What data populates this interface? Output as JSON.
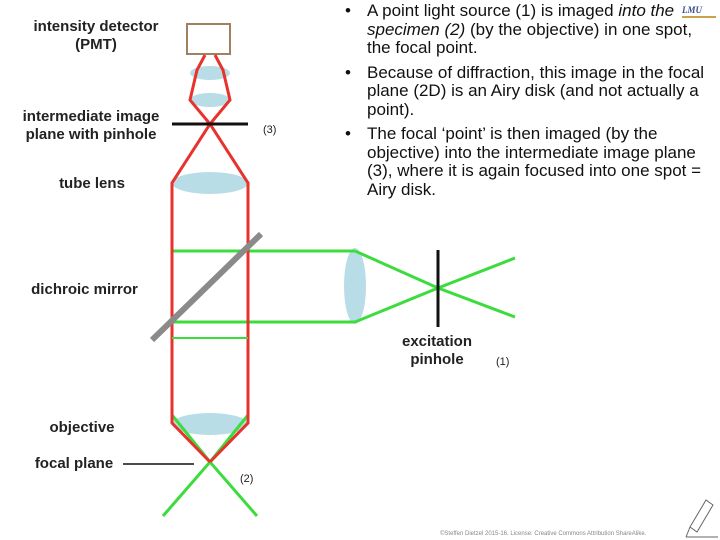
{
  "labels": {
    "detector": "intensity detector\n(PMT)",
    "intermediate": "intermediate image\nplane with pinhole",
    "tube_lens": "tube lens",
    "dichroic": "dichroic mirror",
    "objective": "objective",
    "focal_plane": "focal plane",
    "excitation_pinhole": "excitation\npinhole",
    "n1": "(1)",
    "n2": "(2)",
    "n3": "(3)"
  },
  "bullets": {
    "b1_pre": "A point light source (1) is imaged ",
    "b1_italic": "into the specimen (2)",
    "b1_post": " (by the objective) in one spot, the focal point.",
    "b2": "Because of diffraction, this image in the focal plane (2D) is an Airy disk (and not actually a point).",
    "b3": "The focal ‘point’ is then imaged (by the objective) into the intermediate image plane (3), where it is again focused into one spot = Airy disk."
  },
  "footer": {
    "credit": "©Steffen Dietzel 2015-16. License: Creative Commons Attribution ShareAlike."
  },
  "colors": {
    "emission": "#e8322d",
    "excitation": "#3ddc3d",
    "lens": "#b9dde6",
    "mirror": "#8a8a8a",
    "detector_box": "#a08060"
  }
}
